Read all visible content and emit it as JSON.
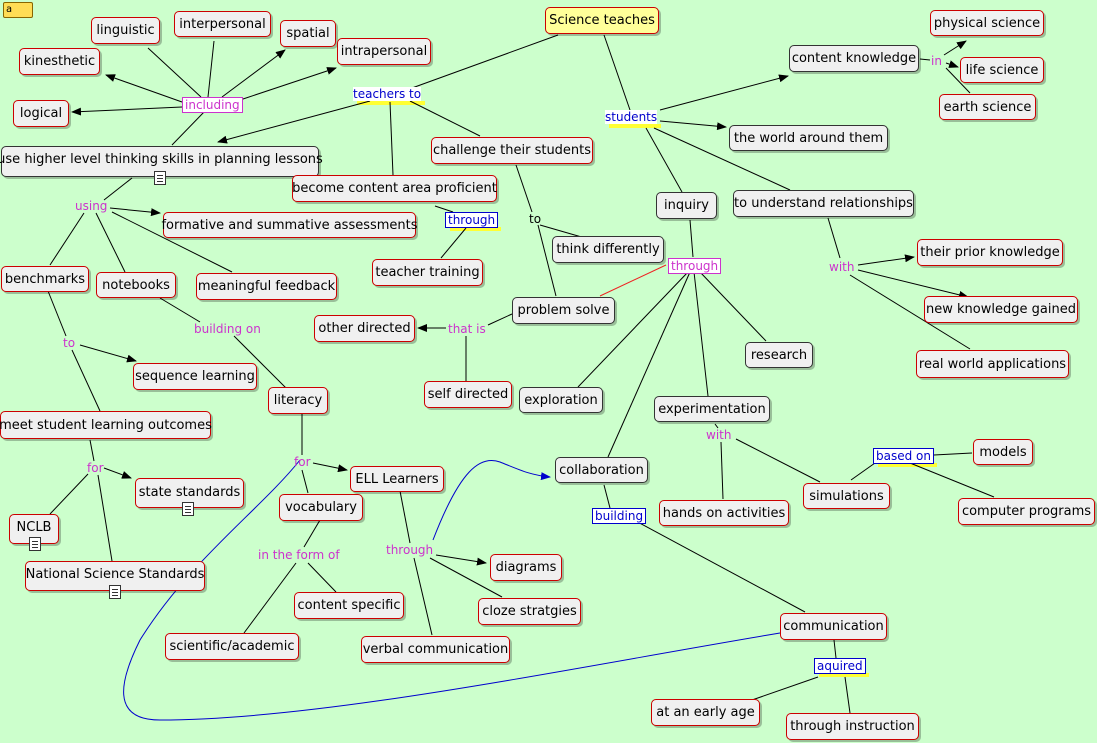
{
  "map": {
    "corner_icon": "a",
    "nodes": [
      {
        "id": "science",
        "text": "Science teaches",
        "root": true
      },
      {
        "id": "physical",
        "text": "physical science"
      },
      {
        "id": "content",
        "text": "content knowledge",
        "dark": true
      },
      {
        "id": "life",
        "text": "life science"
      },
      {
        "id": "earth",
        "text": "earth science"
      },
      {
        "id": "world",
        "text": "the world around them",
        "dark": true
      },
      {
        "id": "inquiry",
        "text": "inquiry",
        "dark": true
      },
      {
        "id": "relations",
        "text": "to understand relationships",
        "dark": true
      },
      {
        "id": "prior",
        "text": "their prior knowledge"
      },
      {
        "id": "newk",
        "text": "new knowledge gained"
      },
      {
        "id": "realworld",
        "text": "real world applications"
      },
      {
        "id": "challenge",
        "text": "challenge their students"
      },
      {
        "id": "thinkdiff",
        "text": "think differently",
        "dark": true
      },
      {
        "id": "problem",
        "text": "problem solve",
        "dark": true
      },
      {
        "id": "research",
        "text": "research",
        "dark": true
      },
      {
        "id": "exploration",
        "text": "exploration",
        "dark": true
      },
      {
        "id": "experiment",
        "text": "experimentation",
        "dark": true
      },
      {
        "id": "handson",
        "text": "hands on activities"
      },
      {
        "id": "simulations",
        "text": "simulations"
      },
      {
        "id": "models",
        "text": "models"
      },
      {
        "id": "computer",
        "text": "computer programs"
      },
      {
        "id": "collab",
        "text": "collaboration",
        "dark": true
      },
      {
        "id": "communication",
        "text": "communication"
      },
      {
        "id": "early",
        "text": "at an early age"
      },
      {
        "id": "instruction",
        "text": "through instruction"
      },
      {
        "id": "linguistic",
        "text": "linguistic"
      },
      {
        "id": "interpersonal",
        "text": "interpersonal"
      },
      {
        "id": "spatial",
        "text": "spatial"
      },
      {
        "id": "kinesthetic",
        "text": "kinesthetic"
      },
      {
        "id": "intrapersonal",
        "text": "intrapersonal"
      },
      {
        "id": "logical",
        "text": "logical"
      },
      {
        "id": "higher",
        "text": "use higher level thinking skills in planning lessons",
        "dark": true,
        "doc": true
      },
      {
        "id": "proficient",
        "text": "become content area proficient"
      },
      {
        "id": "assessments",
        "text": "formative and summative assessments"
      },
      {
        "id": "training",
        "text": "teacher training"
      },
      {
        "id": "benchmarks",
        "text": "benchmarks"
      },
      {
        "id": "notebooks",
        "text": "notebooks"
      },
      {
        "id": "feedback",
        "text": "meaningful feedback"
      },
      {
        "id": "otherdir",
        "text": "other directed"
      },
      {
        "id": "selfdir",
        "text": "self directed"
      },
      {
        "id": "sequence",
        "text": "sequence learning"
      },
      {
        "id": "literacy",
        "text": "literacy"
      },
      {
        "id": "outcomes",
        "text": "meet student learning outcomes"
      },
      {
        "id": "statestd",
        "text": "state standards",
        "doc": true
      },
      {
        "id": "ell",
        "text": "ELL Learners"
      },
      {
        "id": "nclb",
        "text": "NCLB",
        "doc": true
      },
      {
        "id": "vocab",
        "text": "vocabulary"
      },
      {
        "id": "nss",
        "text": "National Science Standards",
        "doc": true
      },
      {
        "id": "diagrams",
        "text": "diagrams"
      },
      {
        "id": "contentspec",
        "text": "content specific"
      },
      {
        "id": "cloze",
        "text": "cloze stratgies"
      },
      {
        "id": "sciacad",
        "text": "scientific/academic"
      },
      {
        "id": "verbal",
        "text": "verbal communication"
      }
    ],
    "labels": [
      {
        "id": "teachers_to",
        "text": "teachers to"
      },
      {
        "id": "students",
        "text": "students"
      },
      {
        "id": "in",
        "text": "in"
      },
      {
        "id": "including",
        "text": "including"
      },
      {
        "id": "with1",
        "text": "with"
      },
      {
        "id": "through1",
        "text": "through"
      },
      {
        "id": "to1",
        "text": "to"
      },
      {
        "id": "through2",
        "text": "through"
      },
      {
        "id": "using",
        "text": "using"
      },
      {
        "id": "that_is",
        "text": "that is"
      },
      {
        "id": "building_on",
        "text": "building on"
      },
      {
        "id": "to2",
        "text": "to"
      },
      {
        "id": "with2",
        "text": "with"
      },
      {
        "id": "based_on",
        "text": "based on"
      },
      {
        "id": "for1",
        "text": "for"
      },
      {
        "id": "for2",
        "text": "for"
      },
      {
        "id": "building",
        "text": "building"
      },
      {
        "id": "through3",
        "text": "through"
      },
      {
        "id": "in_the_form_of",
        "text": "in the  form of"
      },
      {
        "id": "aquired",
        "text": "aquired"
      }
    ]
  }
}
